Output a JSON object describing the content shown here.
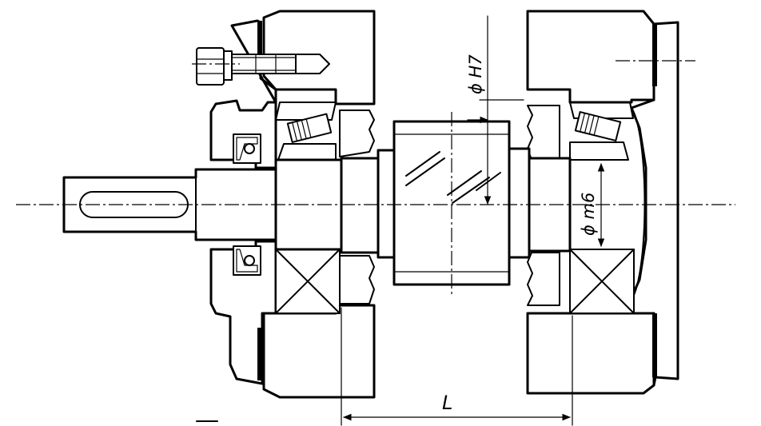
{
  "drawing": {
    "labels": {
      "bore_fit": "ϕ  H7",
      "shaft_fit": "ϕ  m6",
      "length": "L"
    },
    "colors": {
      "line": "#000000",
      "background": "#ffffff"
    }
  }
}
